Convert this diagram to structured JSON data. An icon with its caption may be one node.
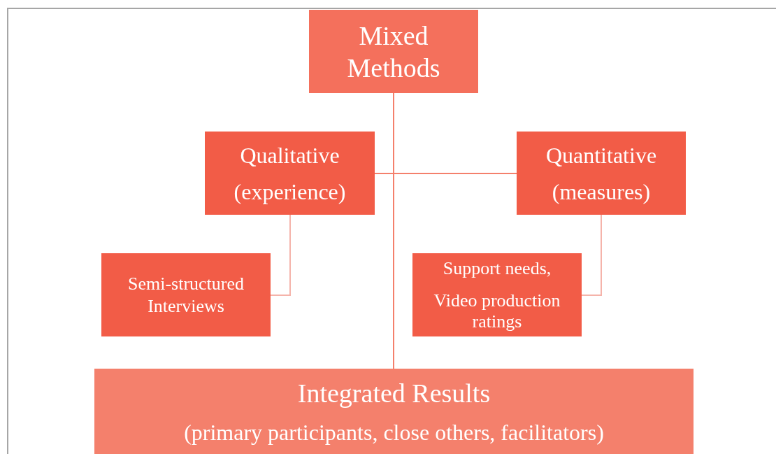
{
  "diagram": {
    "nodes": [
      {
        "text": [
          "Mixed Methods"
        ]
      },
      {
        "text": [
          "Qualitative (experience)"
        ]
      },
      {
        "text": [
          "Quantitative (measures)"
        ]
      },
      {
        "text": [
          "Semi-structured Interviews"
        ]
      },
      {
        "text": [
          "Support needs,",
          "Video production ratings"
        ]
      },
      {
        "text": [
          "Integrated Results",
          "(primary participants, close others, facilitators)"
        ]
      }
    ],
    "edges": [
      {
        "from": 0,
        "to": 5,
        "arrow": "none"
      },
      {
        "from": 0,
        "to": 1,
        "arrow": "none"
      },
      {
        "from": 0,
        "to": 2,
        "arrow": "none"
      },
      {
        "from": 1,
        "to": 3,
        "arrow": "none",
        "color": "#f5b3aa"
      },
      {
        "from": 2,
        "to": 4,
        "arrow": "none",
        "color": "#f5b3aa"
      }
    ]
  }
}
